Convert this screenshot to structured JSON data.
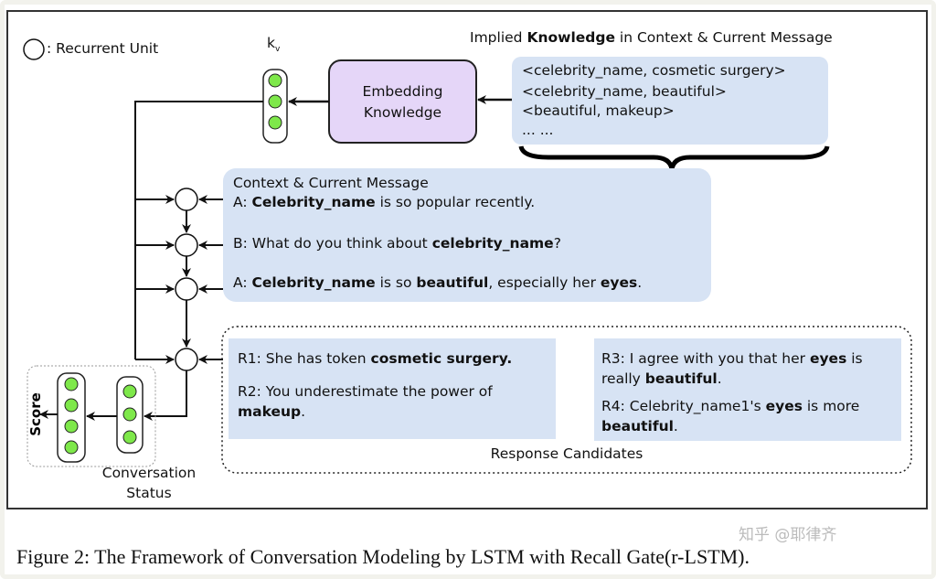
{
  "legend": {
    "symbol": "circle",
    "label": ": Recurrent Unit"
  },
  "kv_label": "k",
  "kv_sub": "v",
  "embedding": {
    "line1": "Embedding",
    "line2": "Knowledge",
    "color": "#e5d6f8"
  },
  "knowledge": {
    "title": [
      {
        "text": "Implied ",
        "bold": false
      },
      {
        "text": "Knowledge",
        "bold": true
      },
      {
        "text": " in Context & Current Message",
        "bold": false
      }
    ],
    "lines": [
      "<celebrity_name, cosmetic surgery>",
      "<celebrity_name, beautiful>",
      "<beautiful, makeup>",
      "... ..."
    ],
    "color": "#d7e3f4"
  },
  "context": {
    "title": "Context & Current Message",
    "lines": [
      [
        {
          "text": "A: ",
          "bold": false
        },
        {
          "text": "Celebrity_name",
          "bold": true
        },
        {
          "text": " is so popular recently.",
          "bold": false
        }
      ],
      [
        {
          "text": "B: What do you think about ",
          "bold": false
        },
        {
          "text": "celebrity_name",
          "bold": true
        },
        {
          "text": "?",
          "bold": false
        }
      ],
      [
        {
          "text": "A: ",
          "bold": false
        },
        {
          "text": "Celebrity_name",
          "bold": true
        },
        {
          "text": " is so ",
          "bold": false
        },
        {
          "text": "beautiful",
          "bold": true
        },
        {
          "text": ", especially her ",
          "bold": false
        },
        {
          "text": "eyes",
          "bold": true
        },
        {
          "text": ".",
          "bold": false
        }
      ]
    ]
  },
  "responses": {
    "label": "Response Candidates",
    "left": [
      [
        {
          "text": "R1: She has token ",
          "bold": false
        },
        {
          "text": "cosmetic surgery.",
          "bold": true
        }
      ],
      [
        {
          "text": "R2:  You underestimate the power of",
          "bold": false
        }
      ],
      [
        {
          "text": "makeup",
          "bold": true
        },
        {
          "text": ".",
          "bold": false
        }
      ]
    ],
    "right": [
      [
        {
          "text": "R3: I agree with you that her ",
          "bold": false
        },
        {
          "text": "eyes",
          "bold": true
        },
        {
          "text": " is",
          "bold": false
        }
      ],
      [
        {
          "text": "really ",
          "bold": false
        },
        {
          "text": "beautiful",
          "bold": true
        },
        {
          "text": ".",
          "bold": false
        }
      ],
      [
        {
          "text": "R4: Celebrity_name1's ",
          "bold": false
        },
        {
          "text": "eyes",
          "bold": true
        },
        {
          "text": " is more",
          "bold": false
        }
      ],
      [
        {
          "text": "beautiful",
          "bold": true
        },
        {
          "text": ".",
          "bold": false
        }
      ]
    ]
  },
  "score_label": "Score",
  "status_label": {
    "line1": "Conversation",
    "line2": "Status"
  },
  "unit_color": "#7ee84a",
  "caption": "Figure 2: The Framework of Conversation Modeling by LSTM with Recall Gate(r-LSTM).",
  "watermark": "知乎 @耶律齐"
}
